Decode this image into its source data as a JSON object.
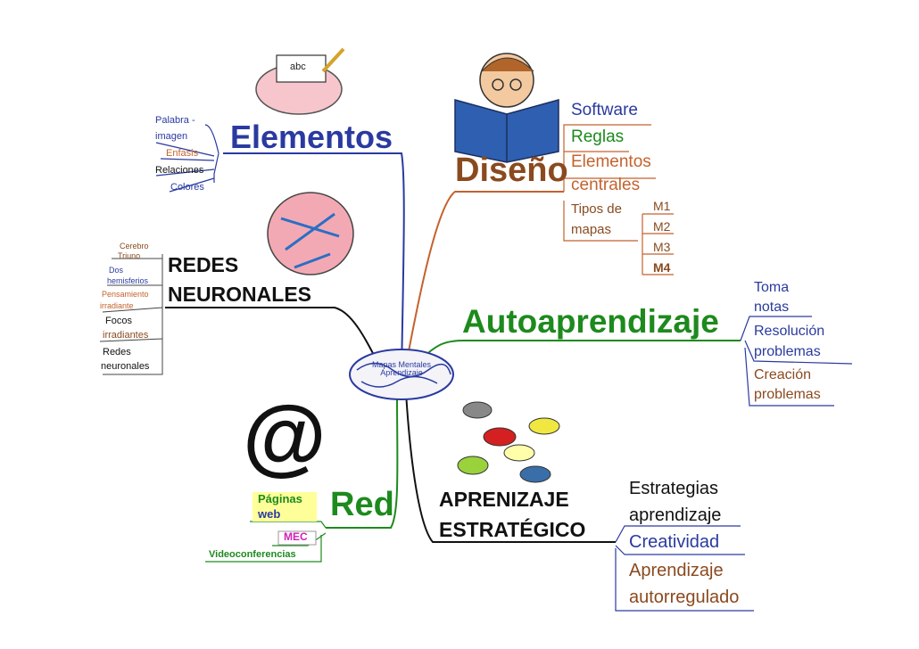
{
  "colors": {
    "blue": "#2a3aa0",
    "orange": "#c4622d",
    "brown": "#8a4a1f",
    "green": "#1d8a1d",
    "black": "#111111",
    "magenta": "#d21fb8",
    "yellow_bg": "#ffff99"
  },
  "center": {
    "line1": "Mapas Mentales",
    "line2": "Aprendizaje"
  },
  "elementos": {
    "title": "Elementos",
    "items": [
      "Palabra -",
      "imagen",
      "Enfasis",
      "Relaciones",
      "Colores"
    ],
    "picture_text": "abc"
  },
  "diseno": {
    "title": "Diseño",
    "items": [
      "Software",
      "Reglas",
      "Elementos",
      "centrales",
      "Tipos de",
      "mapas"
    ],
    "sub": [
      "M1",
      "M2",
      "M3",
      "M4"
    ]
  },
  "redes": {
    "title1": "REDES",
    "title2": "NEURONALES",
    "items": [
      "Cerebro",
      "Triuno",
      "Dos",
      "hemisferios",
      "Pensamiento",
      "irradiante",
      "Focos",
      "irradiantes",
      "Redes",
      "neuronales"
    ]
  },
  "auto": {
    "title": "Autoaprendizaje",
    "items": [
      "Toma",
      "notas",
      "Resolución",
      "problemas",
      "Creación",
      "problemas"
    ]
  },
  "red": {
    "title": "Red",
    "at": "@",
    "items": [
      "Páginas",
      "web",
      "MEC",
      "Videoconferencias"
    ]
  },
  "estrategico": {
    "title1": "APRENIZAJE",
    "title2": "ESTRATÉGICO",
    "items": [
      "Estrategias",
      "aprendizaje",
      "Creatividad",
      "Aprendizaje",
      "autorregulado"
    ]
  }
}
